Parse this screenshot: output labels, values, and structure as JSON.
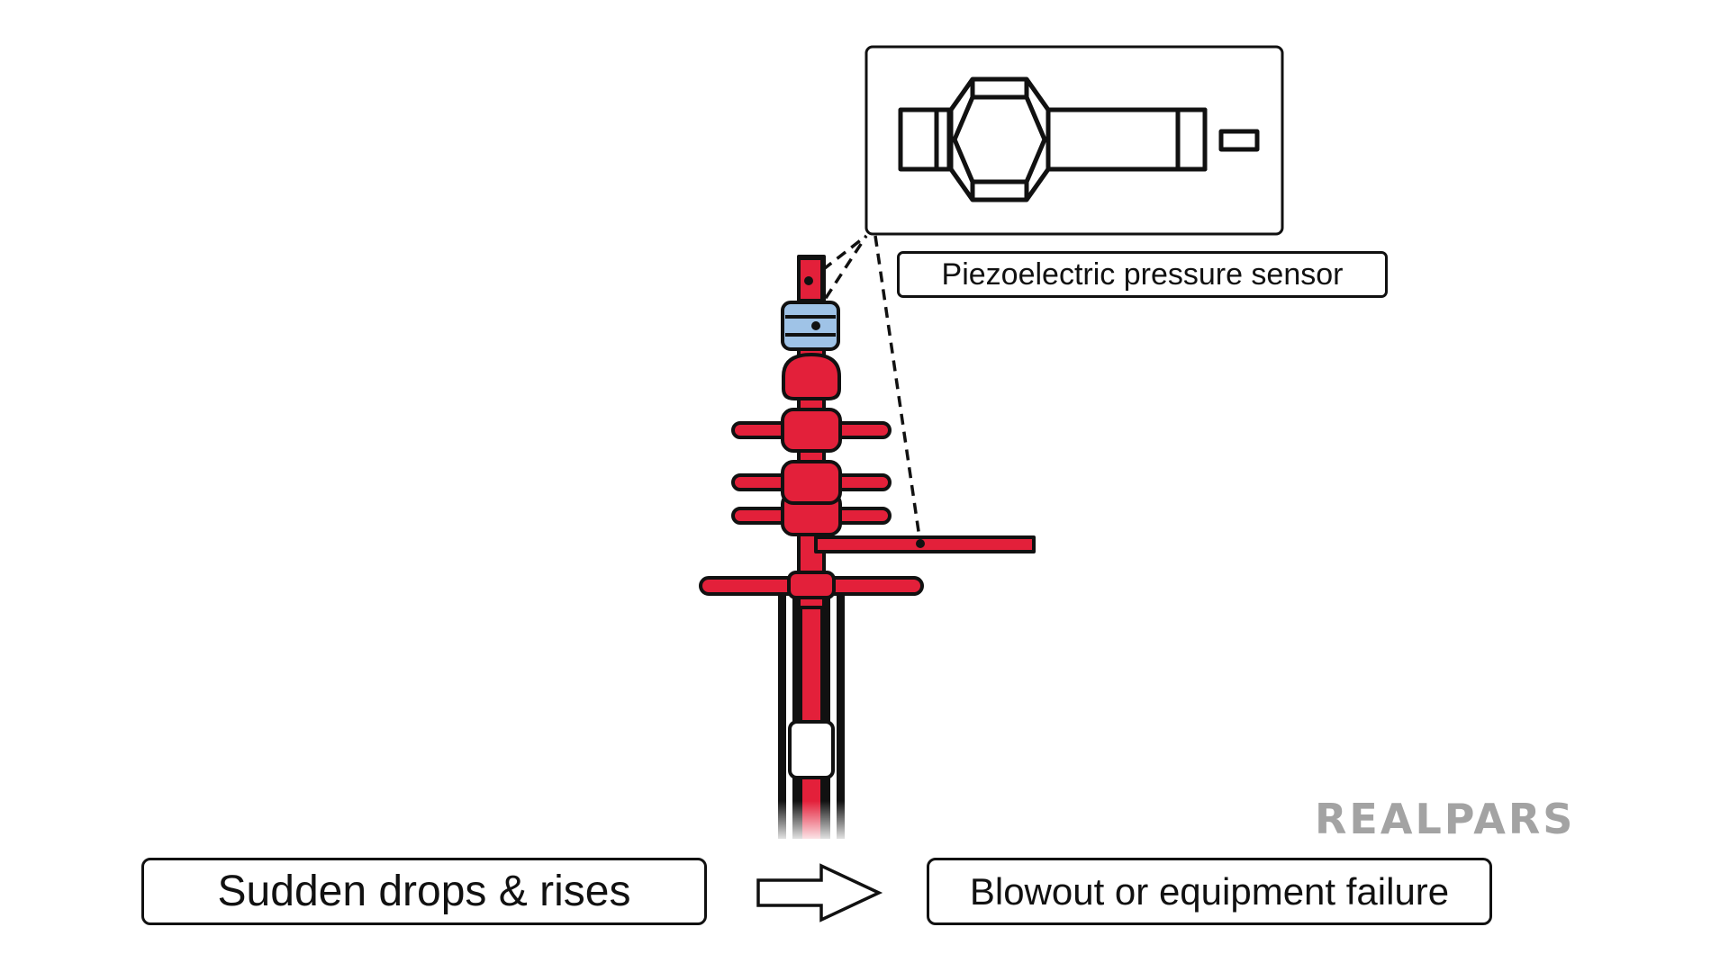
{
  "sensor_label": "Piezoelectric pressure sensor",
  "cause_label": "Sudden drops & rises",
  "effect_label": "Blowout or equipment failure",
  "logo_text": "REALPARS",
  "colors": {
    "pipe_red": "#e3203a",
    "sensor_blue": "#9fc3e7",
    "outline": "#111111",
    "logo_gray": "#a3a3a3"
  },
  "icons": [
    "pressure-sensor-icon",
    "wellhead-icon",
    "arrow-right-icon"
  ]
}
